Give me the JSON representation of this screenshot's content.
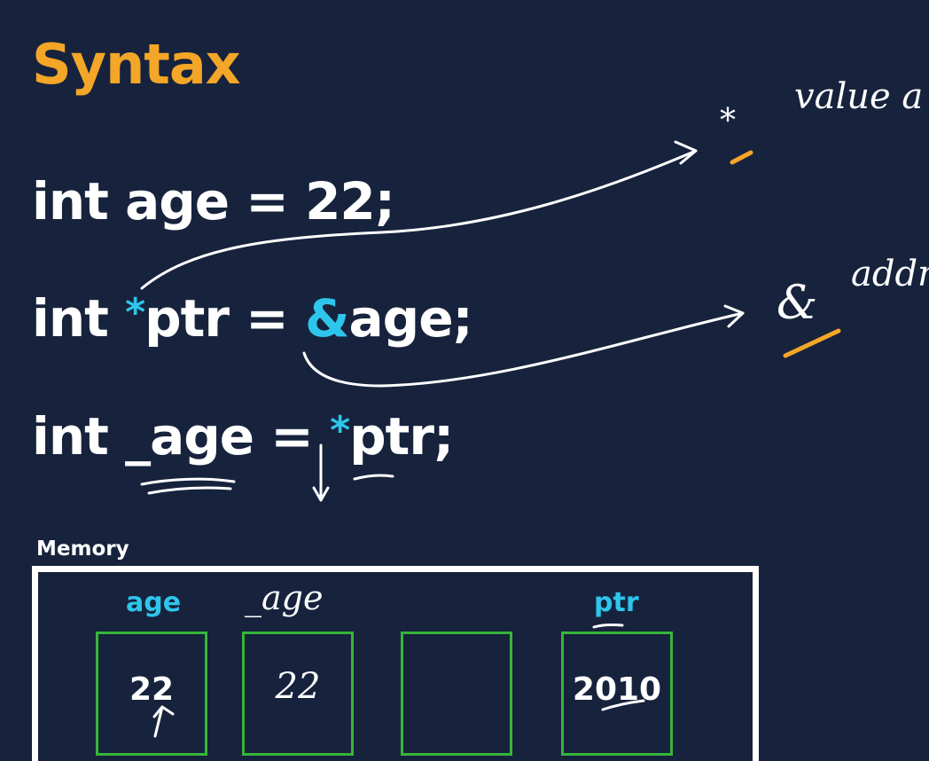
{
  "slide": {
    "title": "Syntax",
    "colors": {
      "background": "#17233d",
      "title": "#f3a627",
      "highlight": "#2ec5ec",
      "cell_border": "#36b53a",
      "annotation": "#f3a627"
    }
  },
  "code": {
    "line1": "int age = 22;",
    "line2": {
      "prefix": "int ",
      "star": "*",
      "mid": "ptr = ",
      "amp": "&",
      "suffix": "age;"
    },
    "line3": {
      "prefix": "int _age = ",
      "star": "*",
      "suffix": "ptr;"
    }
  },
  "memory": {
    "label": "Memory",
    "cells": [
      {
        "name": "age",
        "value": "22"
      },
      {
        "name": "_age",
        "value": "22"
      },
      {
        "name": "",
        "value": ""
      },
      {
        "name": "ptr",
        "value": "2010"
      }
    ]
  },
  "annotations": {
    "star_symbol": "*",
    "star_note": "value a",
    "amp_symbol": "&",
    "amp_note": "addr"
  }
}
